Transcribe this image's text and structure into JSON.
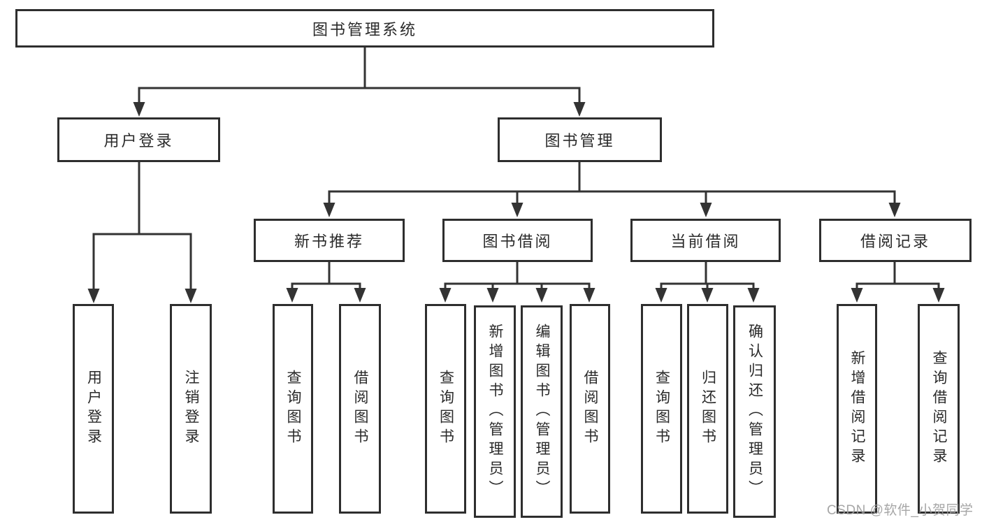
{
  "root": {
    "label": "图书管理系统"
  },
  "level2": {
    "user_login": {
      "label": "用户登录"
    },
    "book_management": {
      "label": "图书管理"
    }
  },
  "level3": {
    "new_book_recommend": {
      "label": "新书推荐"
    },
    "book_borrow": {
      "label": "图书借阅"
    },
    "current_borrow": {
      "label": "当前借阅"
    },
    "borrow_records": {
      "label": "借阅记录"
    }
  },
  "leaves": {
    "user_login": "用户登录",
    "logout_login": "注销登录",
    "recommend_query_books": "查询图书",
    "recommend_borrow_books": "借阅图书",
    "borrow_query_books": "查询图书",
    "borrow_add_books_admin": "新增图书（管理员）",
    "borrow_edit_books_admin": "编辑图书（管理员）",
    "borrow_borrow_books": "借阅图书",
    "current_query_books": "查询图书",
    "current_return_books": "归还图书",
    "current_confirm_return_admin": "确认归还（管理员）",
    "records_add_record": "新增借阅记录",
    "records_query_record": "查询借阅记录"
  },
  "watermark": "CSDN @软件_小贺同学",
  "colors": {
    "line": "#333333",
    "box_border": "#2e2e2e",
    "box_background": "#ffffff",
    "text": "#2a2a2a",
    "watermark": "#9e9e9e"
  }
}
